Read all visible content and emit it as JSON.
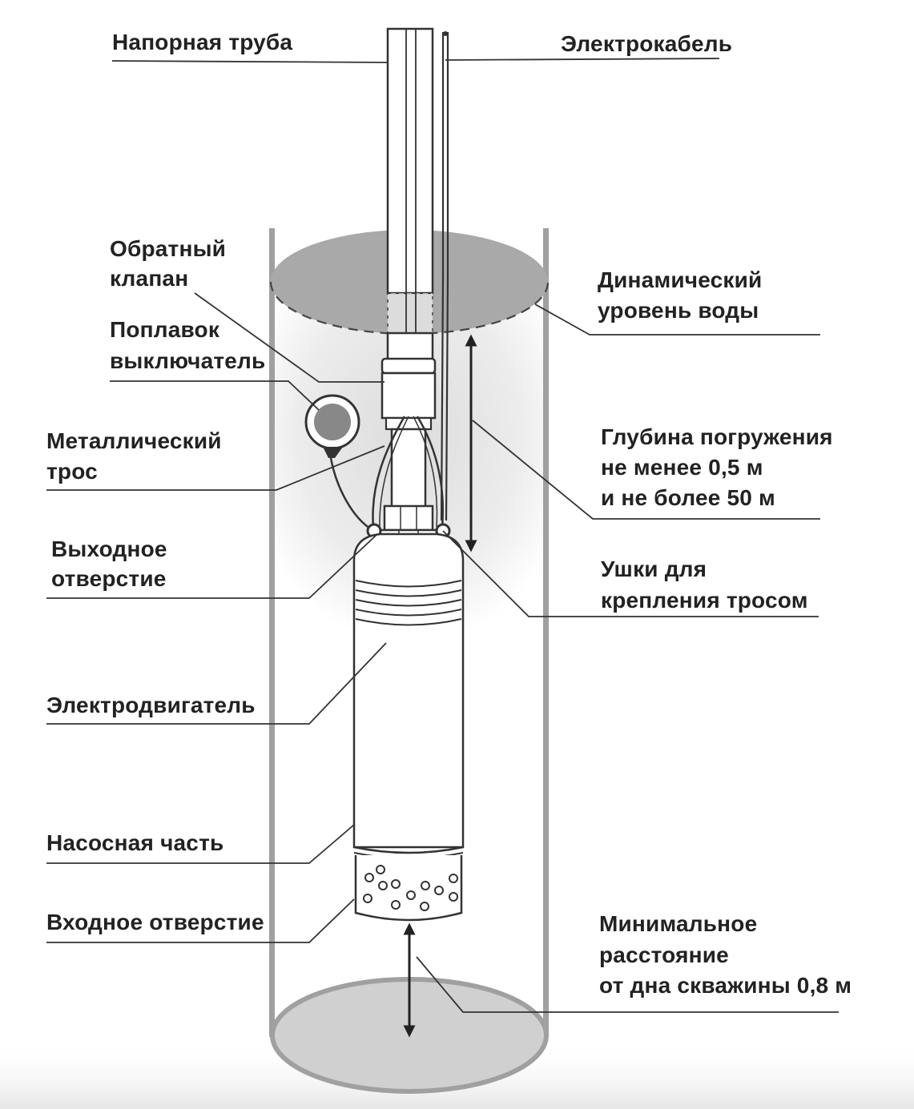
{
  "diagram": {
    "labels": {
      "pressure_pipe": "Напорная труба",
      "electric_cable": "Электрокабель",
      "check_valve": [
        "Обратный",
        "клапан"
      ],
      "float_switch": [
        "Поплавок",
        "выключатель"
      ],
      "metal_cable": [
        "Металлический",
        "трос"
      ],
      "outlet": [
        "Выходное",
        "отверстие"
      ],
      "motor": "Электродвигатель",
      "pump_section": "Насосная часть",
      "inlet": "Входное отверстие",
      "dynamic_level": [
        "Динамический",
        "уровень воды"
      ],
      "immersion_depth": [
        "Глубина погружения",
        "не менее 0,5 м",
        "и не более 50 м"
      ],
      "lugs": [
        "Ушки для",
        "крепления тросом"
      ],
      "min_distance": [
        "Минимальное",
        "расстояние",
        "от дна скважины 0,8 м"
      ]
    },
    "colors": {
      "water_surface": "#a9a9a9",
      "well_wall": "#a0a0a0",
      "float": "#888888",
      "outline": "#333333",
      "bottom": "#d0d0d0"
    }
  }
}
